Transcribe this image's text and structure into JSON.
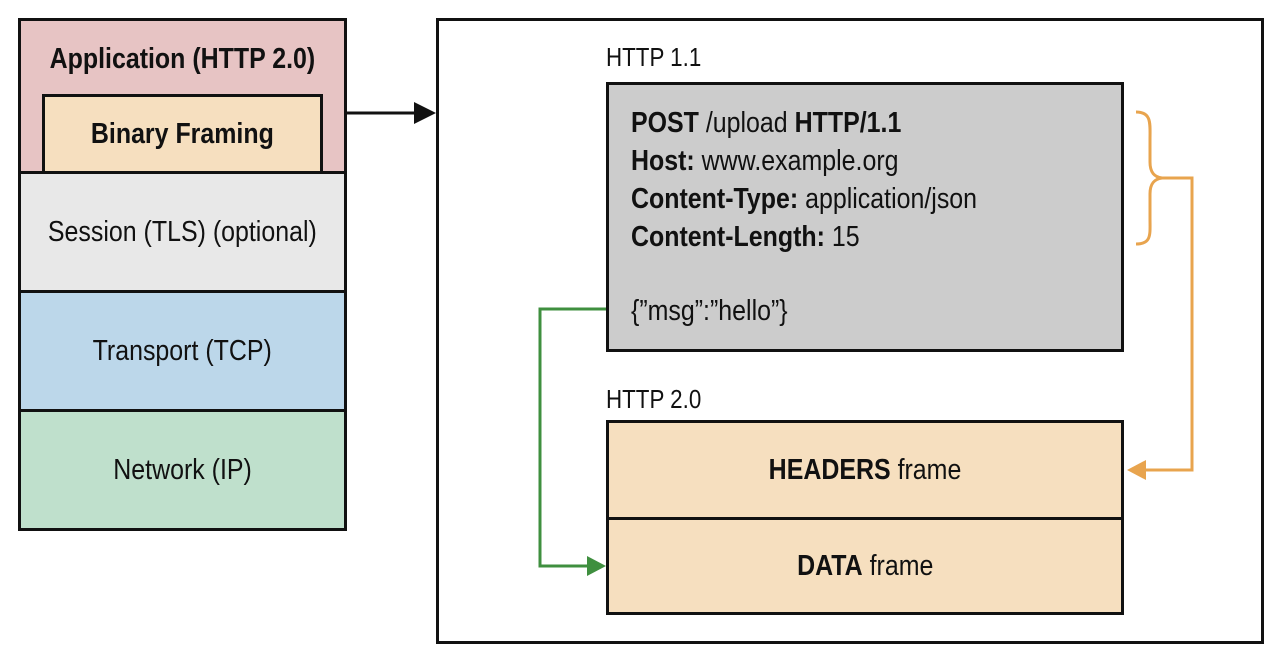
{
  "stack": {
    "application": "Application (HTTP 2.0)",
    "binary_framing": "Binary Framing",
    "session": "Session (TLS) (optional)",
    "transport": "Transport (TCP)",
    "network": "Network (IP)"
  },
  "http11": {
    "label": "HTTP 1.1",
    "lines": [
      {
        "bold1": "POST",
        "normal1": " /upload ",
        "bold2": "HTTP/1.1",
        "normal2": ""
      },
      {
        "bold1": "Host:",
        "normal1": " www.example.org",
        "bold2": "",
        "normal2": ""
      },
      {
        "bold1": "Content-Type:",
        "normal1": " application/json",
        "bold2": "",
        "normal2": ""
      },
      {
        "bold1": "Content-Length:",
        "normal1": " 15",
        "bold2": "",
        "normal2": ""
      }
    ],
    "body": "{”msg”:”hello”}"
  },
  "http20": {
    "label": "HTTP 2.0",
    "headers_bold": "HEADERS",
    "headers_rest": " frame",
    "data_bold": "DATA",
    "data_rest": " frame"
  },
  "colors": {
    "application": "#e7c4c4",
    "framing": "#f6dfbf",
    "session": "#e8e8e8",
    "transport": "#bcd7ea",
    "network": "#bfe0cc",
    "http11_box": "#cccccc",
    "orange_connector": "#e8a44e",
    "green_connector": "#3f8f3f"
  }
}
